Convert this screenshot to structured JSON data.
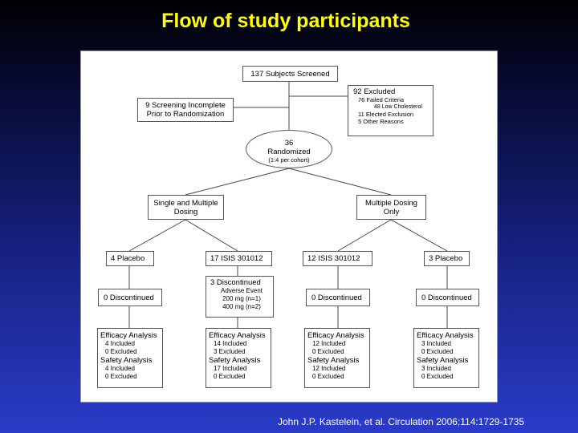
{
  "title": "Flow of study participants",
  "citation": "John J.P. Kastelein, et al. Circulation 2006;114:1729-1735",
  "screened": "137 Subjects Screened",
  "excluded": {
    "heading": "92 Excluded",
    "lines": [
      "76 Failed Criteria",
      "48 Low Cholesterol",
      "11 Elected Exclusion",
      "5 Other Reasons"
    ]
  },
  "incomplete": [
    "9 Screening Incomplete",
    "Prior to Randomization"
  ],
  "randomized": {
    "count": "36",
    "label": "Randomized",
    "note": "(1:4 per cohort)"
  },
  "arm_single_multiple": [
    "Single and Multiple",
    "Dosing"
  ],
  "arm_multiple_only": [
    "Multiple Dosing",
    "Only"
  ],
  "groups": [
    "4 Placebo",
    "17  ISIS 301012",
    "12 ISIS 301012",
    "3 Placebo"
  ],
  "discontinued": {
    "g1": "0 Discontinued",
    "g2": {
      "heading": "3  Discontinued",
      "sub": "Adverse Event",
      "lines": [
        "200 mg (n=1)",
        "400 mg (n=2)"
      ]
    },
    "g3": "0 Discontinued",
    "g4": "0 Discontinued"
  },
  "analysis": [
    {
      "efficacy": "Efficacy Analysis",
      "e_inc": "4 Included",
      "e_exc": "0 Excluded",
      "safety": "Safety Analysis",
      "s_inc": "4 Included",
      "s_exc": "0 Excluded"
    },
    {
      "efficacy": "Efficacy Analysis",
      "e_inc": "14 Included",
      "e_exc": "3 Excluded",
      "safety": "Safety Analysis",
      "s_inc": "17 Included",
      "s_exc": "0 Excluded"
    },
    {
      "efficacy": "Efficacy Analysis",
      "e_inc": "12 Included",
      "e_exc": "0 Excluded",
      "safety": "Safety Analysis",
      "s_inc": "12 Included",
      "s_exc": "0 Excluded"
    },
    {
      "efficacy": "Efficacy Analysis",
      "e_inc": "3 Included",
      "e_exc": "0 Excluded",
      "safety": "Safety Analysis",
      "s_inc": "3 Included",
      "s_exc": "0 Excluded"
    }
  ]
}
